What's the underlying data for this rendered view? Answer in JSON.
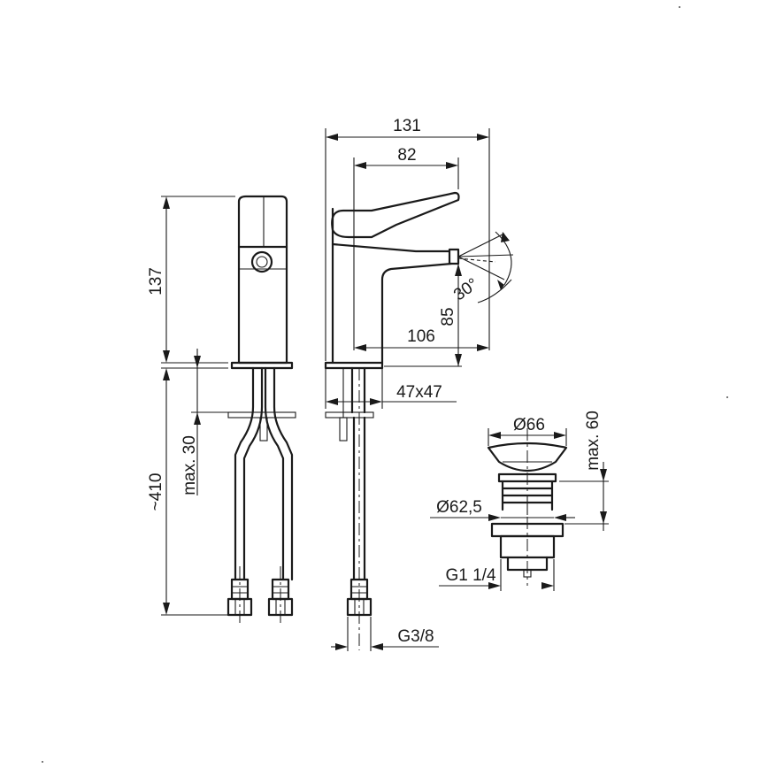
{
  "dimensions": {
    "overall_length": "131",
    "lever_reach": "82",
    "side_height": "137",
    "spout_height": "85",
    "spout_reach": "106",
    "base_size": "47x47",
    "hose_length": "~410",
    "max_deck_thickness": "max. 30",
    "swivel_angle": "30°",
    "waste_cap_diameter": "Ø66",
    "waste_max_height": "max. 60",
    "waste_body_diameter": "Ø62,5",
    "waste_thread": "G1 1/4",
    "hose_thread": "G3/8"
  }
}
